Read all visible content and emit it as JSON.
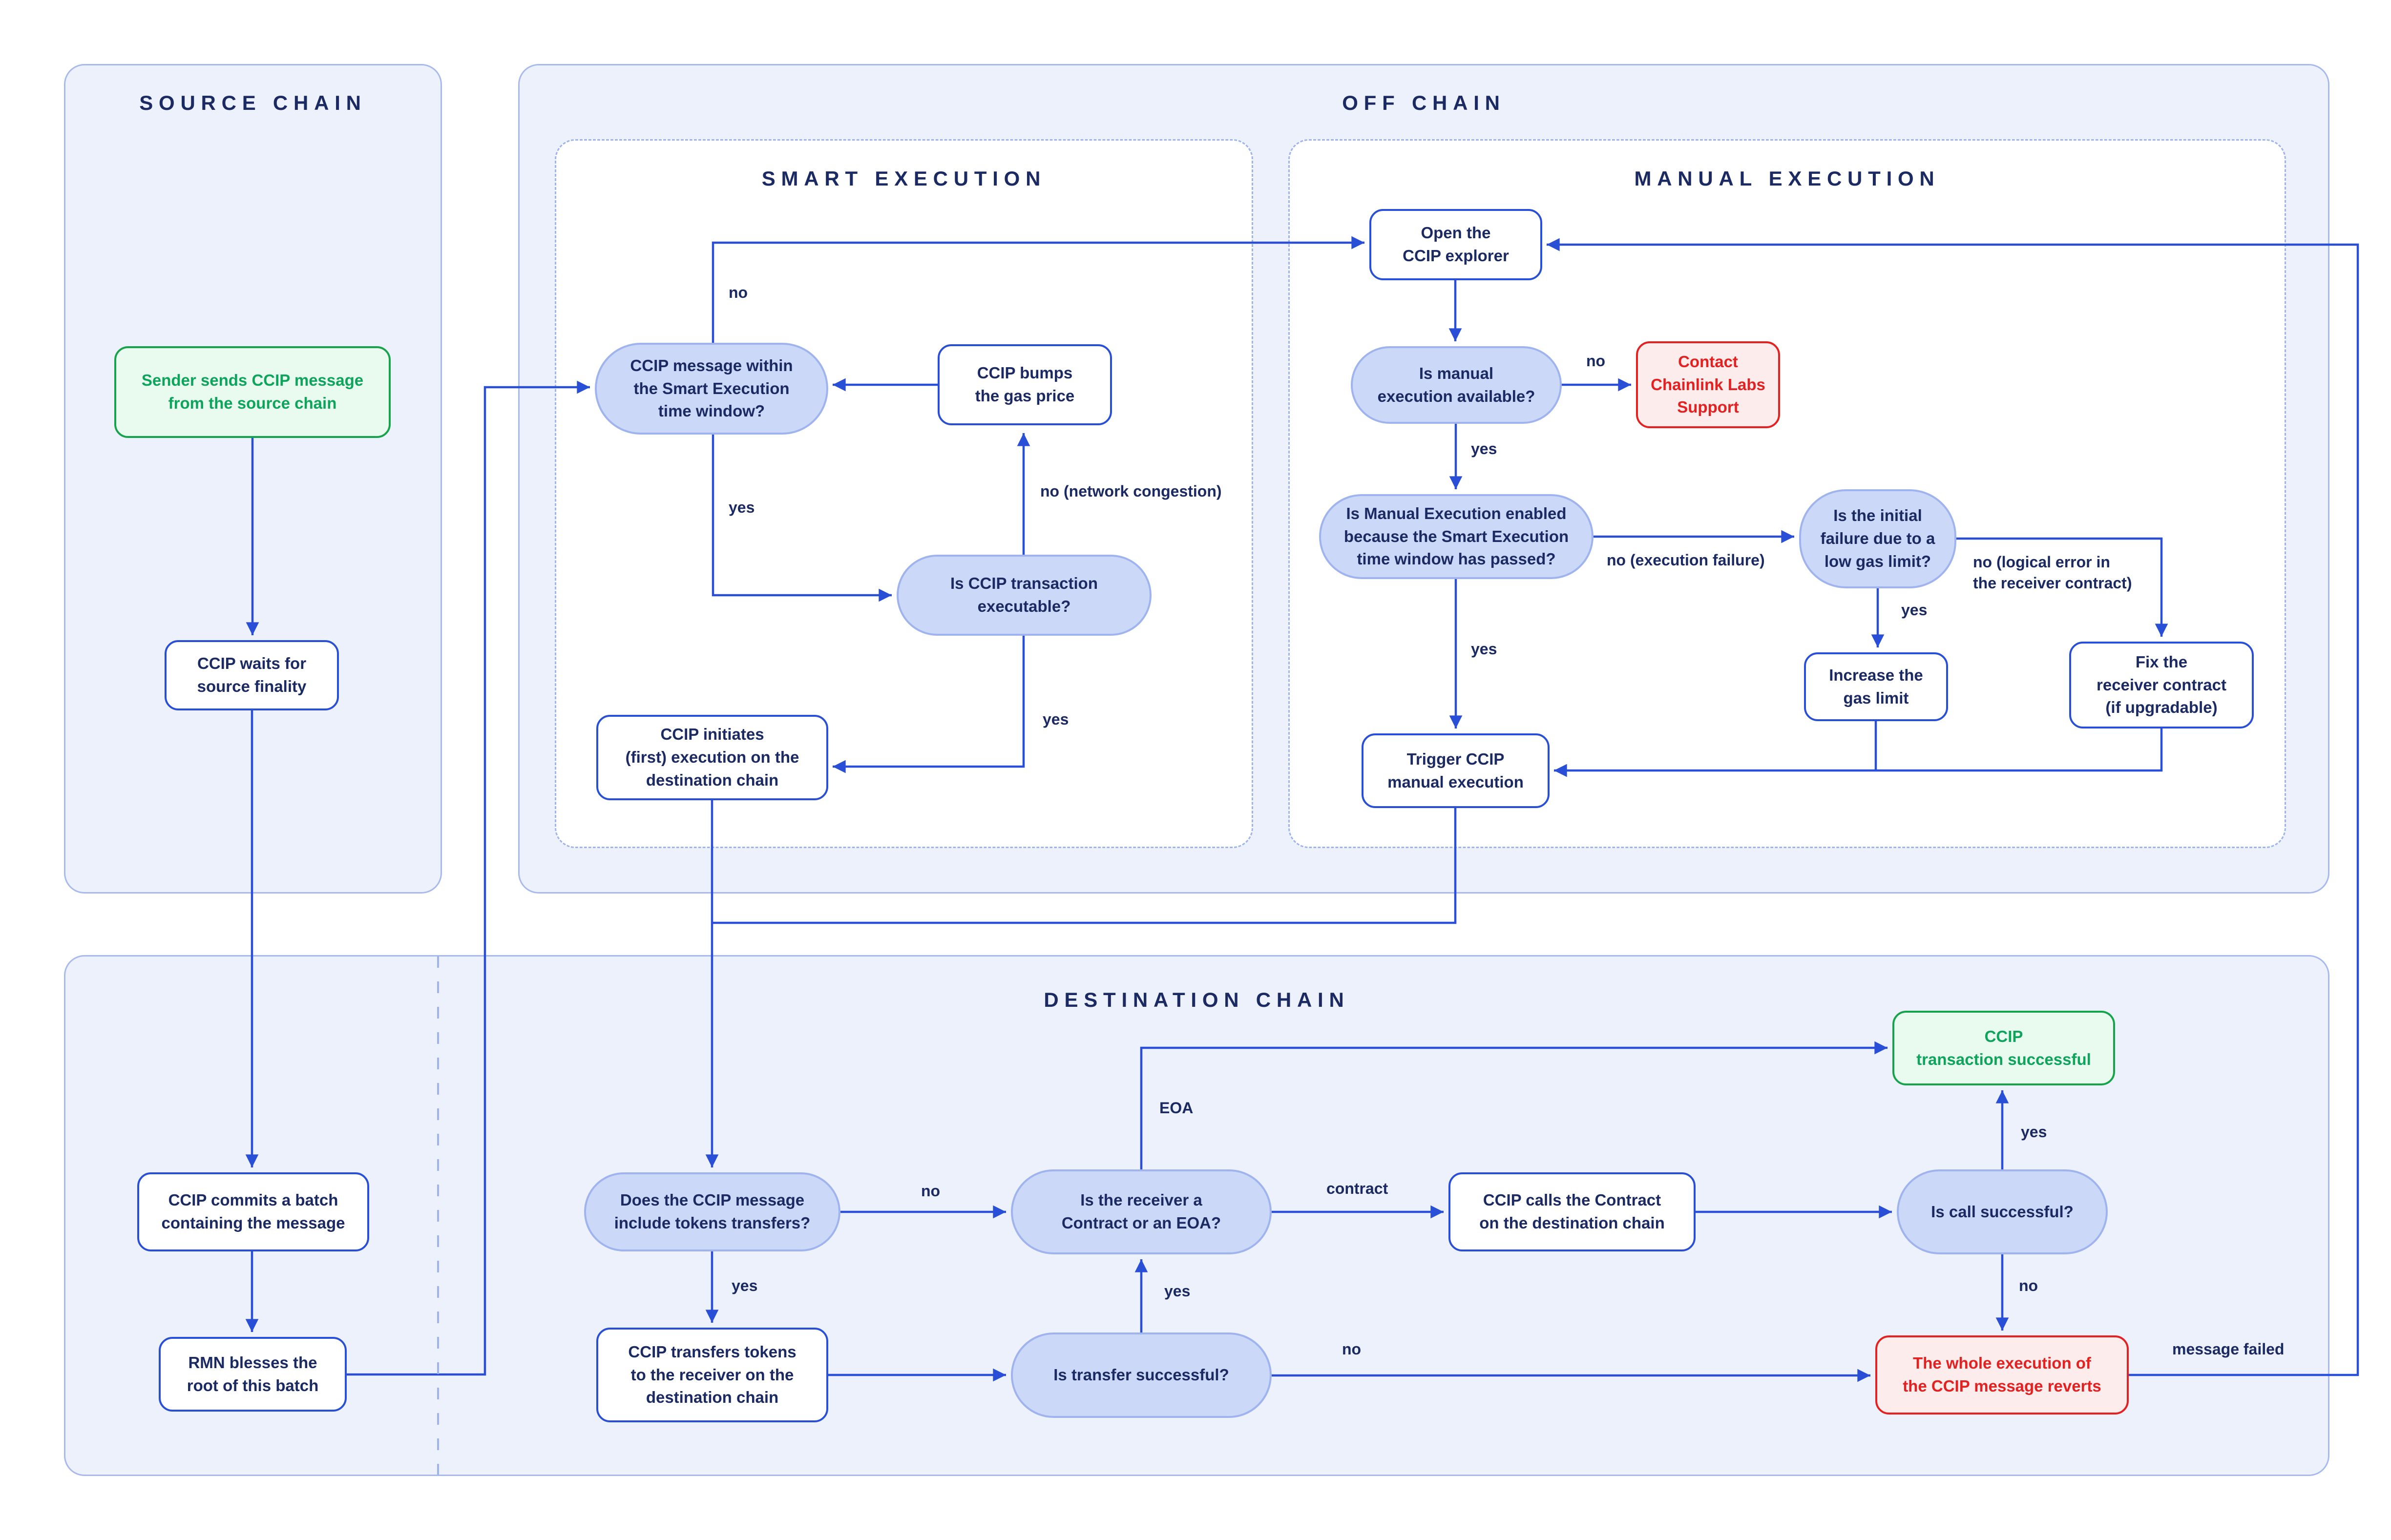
{
  "sections": {
    "source_chain": {
      "title": "SOURCE CHAIN"
    },
    "off_chain": {
      "title": "OFF CHAIN"
    },
    "smart_execution": {
      "title": "SMART EXECUTION"
    },
    "manual_execution": {
      "title": "MANUAL EXECUTION"
    },
    "destination_chain": {
      "title": "DESTINATION CHAIN"
    }
  },
  "nodes": {
    "sender": {
      "label": "Sender sends CCIP message\nfrom the source chain",
      "type": "start"
    },
    "waits_finality": {
      "label": "CCIP waits for\nsource finality",
      "type": "process"
    },
    "commits_batch": {
      "label": "CCIP commits a batch\ncontaining the message",
      "type": "process"
    },
    "rmn_blesses": {
      "label": "RMN blesses the\nroot of this batch",
      "type": "process"
    },
    "within_window": {
      "label": "CCIP message within\nthe Smart Execution\ntime window?",
      "type": "decision"
    },
    "bumps_gas": {
      "label": "CCIP bumps\nthe gas price",
      "type": "process"
    },
    "executable": {
      "label": "Is CCIP transaction\nexecutable?",
      "type": "decision"
    },
    "initiates_exec": {
      "label": "CCIP initiates\n(first) execution on the\ndestination chain",
      "type": "process"
    },
    "open_explorer": {
      "label": "Open the\nCCIP explorer",
      "type": "process"
    },
    "manual_available": {
      "label": "Is manual\nexecution available?",
      "type": "decision"
    },
    "contact_support": {
      "label": "Contact\nChainlink Labs\nSupport",
      "type": "alert"
    },
    "manual_enabled": {
      "label": "Is Manual Execution enabled\nbecause the Smart Execution\ntime window has passed?",
      "type": "decision"
    },
    "initial_failure": {
      "label": "Is the initial\nfailure due to a\nlow gas limit?",
      "type": "decision"
    },
    "increase_gas": {
      "label": "Increase the\ngas limit",
      "type": "process"
    },
    "fix_receiver": {
      "label": "Fix the\nreceiver contract\n(if upgradable)",
      "type": "process"
    },
    "trigger_manual": {
      "label": "Trigger CCIP\nmanual execution",
      "type": "process"
    },
    "success": {
      "label": "CCIP\ntransaction successful",
      "type": "end-success"
    },
    "tokens_transfer": {
      "label": "Does the CCIP message\ninclude tokens transfers?",
      "type": "decision"
    },
    "receiver_type": {
      "label": "Is the receiver a\nContract or an EOA?",
      "type": "decision"
    },
    "calls_contract": {
      "label": "CCIP calls the Contract\non the destination chain",
      "type": "process"
    },
    "call_success": {
      "label": "Is call successful?",
      "type": "decision"
    },
    "transfers_tokens": {
      "label": "CCIP transfers tokens\nto the receiver on the\ndestination chain",
      "type": "process"
    },
    "transfer_success": {
      "label": "Is transfer successful?",
      "type": "decision"
    },
    "reverts": {
      "label": "The whole execution of\nthe CCIP message reverts",
      "type": "end-failure"
    }
  },
  "edge_labels": {
    "no_within": "no",
    "yes_within": "yes",
    "no_congestion": "no (network congestion)",
    "yes_executable": "yes",
    "no_manual_available": "no",
    "yes_manual_available": "yes",
    "no_execution_failure": "no (execution failure)",
    "yes_manual_enabled": "yes",
    "yes_low_gas": "yes",
    "no_logical_error": "no (logical error in\nthe receiver contract)",
    "eoa": "EOA",
    "no_tokens": "no",
    "contract": "contract",
    "yes_call": "yes",
    "no_call": "no",
    "yes_tokens": "yes",
    "yes_transfer": "yes",
    "no_transfer": "no",
    "message_failed": "message failed"
  },
  "colors": {
    "line_blue": "#2a4fd7",
    "navy_text": "#1b2a63",
    "pill_fill": "#ccd8f7",
    "pill_border": "#9fb4ef",
    "container_fill": "#edf1fc",
    "container_border": "#a8b9ee",
    "success_green": "#17a34b",
    "failure_red": "#e32121"
  }
}
